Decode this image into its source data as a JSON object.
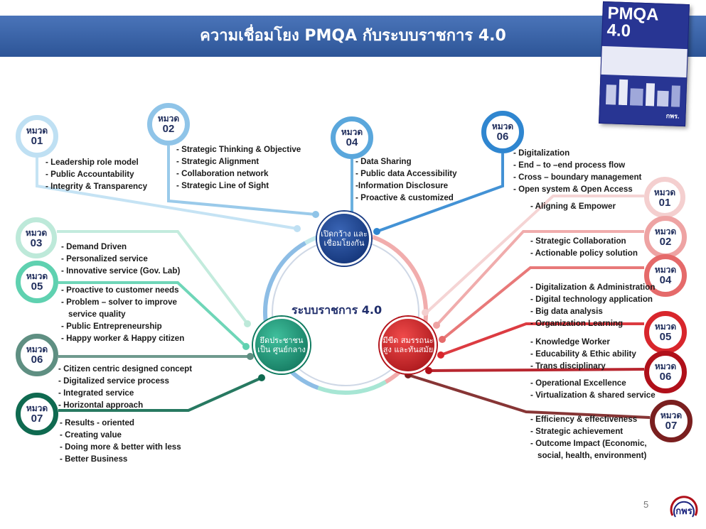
{
  "header": {
    "title": "ความเชื่อมโยง PMQA กับระบบราชการ 4.0"
  },
  "cover": {
    "title": "PMQA",
    "subtitle": "4.0",
    "logo_text": "กพร."
  },
  "center_label": "ระบบราชการ 4.0",
  "hubs": {
    "open": "เปิดกว้าง และ เชื่อมโยงกัน",
    "citizen": "ยึดประชาชน เป็น ศูนย์กลาง",
    "smart": "มีขีด สมรรถนะสูง และทันสมัย"
  },
  "badge_prefix": "หมวด",
  "groups": {
    "open": [
      {
        "num": "01",
        "color": "#bfe0f3",
        "items": [
          "- Leadership role model",
          "- Public Accountability",
          "- Integrity & Transparency"
        ]
      },
      {
        "num": "02",
        "color": "#8fc4e8",
        "items": [
          "- Strategic Thinking & Objective",
          "- Strategic Alignment",
          "- Collaboration network",
          "- Strategic Line of Sight"
        ]
      },
      {
        "num": "04",
        "color": "#5aa7dc",
        "items": [
          "- Data Sharing",
          "- Public data Accessibility",
          "-Information Disclosure",
          "- Proactive & customized"
        ]
      },
      {
        "num": "06",
        "color": "#2f86d0",
        "items": [
          "- Digitalization",
          "- End – to –end process flow",
          "- Cross – boundary  management",
          "- Open system & Open  Access"
        ]
      }
    ],
    "citizen": [
      {
        "num": "03",
        "color": "#bde9d9",
        "items": [
          "- Demand Driven",
          "- Personalized service",
          "- Innovative service (Gov. Lab)"
        ]
      },
      {
        "num": "05",
        "color": "#5fd1b0",
        "items": [
          "- Proactive to customer needs",
          "- Problem – solver to improve",
          "service quality",
          "- Public Entrepreneurship",
          "- Happy worker & Happy citizen"
        ]
      },
      {
        "num": "06",
        "color": "#5f8f82",
        "items": [
          "- Citizen centric designed concept",
          "- Digitalized service process",
          "- Integrated service",
          "- Horizontal approach"
        ]
      },
      {
        "num": "07",
        "color": "#0f6a50",
        "items": [
          "- Results - oriented",
          "- Creating value",
          "- Doing more & better with less",
          "- Better Business"
        ]
      }
    ],
    "smart": [
      {
        "num": "01",
        "color": "#f4cfcf",
        "items": [
          "- Aligning & Empower"
        ]
      },
      {
        "num": "02",
        "color": "#eea3a3",
        "items": [
          "- Strategic Collaboration",
          "- Actionable policy solution"
        ]
      },
      {
        "num": "04",
        "color": "#e56a6a",
        "items": [
          "- Digitalization & Administration",
          "- Digital technology application",
          "- Big data analysis",
          "- Organization Learning"
        ]
      },
      {
        "num": "05",
        "color": "#d8262c",
        "items": [
          "- Knowledge Worker",
          "- Educability & Ethic ability",
          "- Trans disciplinary"
        ]
      },
      {
        "num": "06",
        "color": "#b0101a",
        "items": [
          "- Operational Excellence",
          "- Virtualization & shared service"
        ]
      },
      {
        "num": "07",
        "color": "#7a1f1f",
        "items": [
          "- Efficiency & effectiveness",
          "- Strategic achievement",
          "- Outcome Impact (Economic,",
          "social, health, environment)"
        ]
      }
    ]
  },
  "page_number": "5"
}
